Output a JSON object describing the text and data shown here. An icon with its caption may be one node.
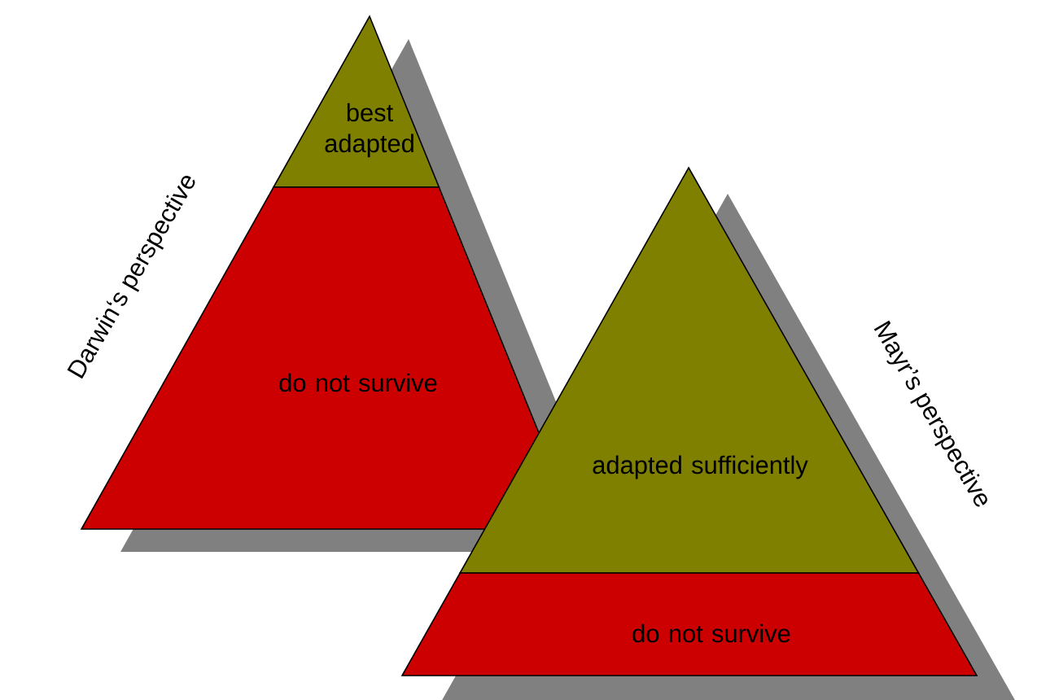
{
  "diagram": {
    "nodes": [
      {
        "text": [
          "best adapted"
        ]
      },
      {
        "text": [
          "do not survive"
        ]
      },
      {
        "text": [
          "adapted sufficiently"
        ]
      },
      {
        "text": [
          "do not survive"
        ]
      }
    ],
    "labels": [
      "Darwin‘s perspective",
      "Mayr’s perspective"
    ]
  }
}
